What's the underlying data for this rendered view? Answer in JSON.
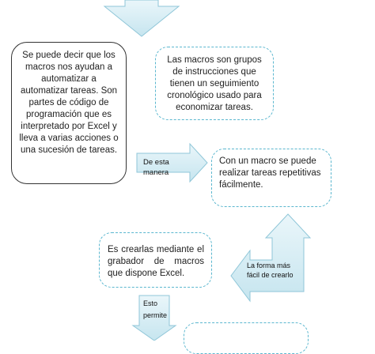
{
  "diagram": {
    "box_definition": "Se puede decir que los macros nos ayudan a automatizar a automatizar tareas. Son partes de código de programación que es interpretado por Excel y lleva a varias acciones o una sucesión de tareas.",
    "box_groups": "Las macros son grupos de instrucciones que tienen un seguimiento cronológico usado para economizar tareas.",
    "box_repetitive": "Con un macro se puede realizar tareas repetitivas fácilmente.",
    "box_recorder": "Es crearlas mediante el grabador de macros que dispone Excel.",
    "box_bottom": "",
    "arrow_right_label": "De esta manera",
    "arrow_up_label": "La forma más fácil de crearlo",
    "arrow_down_label": "Esto permite"
  },
  "colors": {
    "accent": "#5bb7cf",
    "arrow_fill": "#d8eef5",
    "arrow_stroke": "#8fc6d8"
  }
}
